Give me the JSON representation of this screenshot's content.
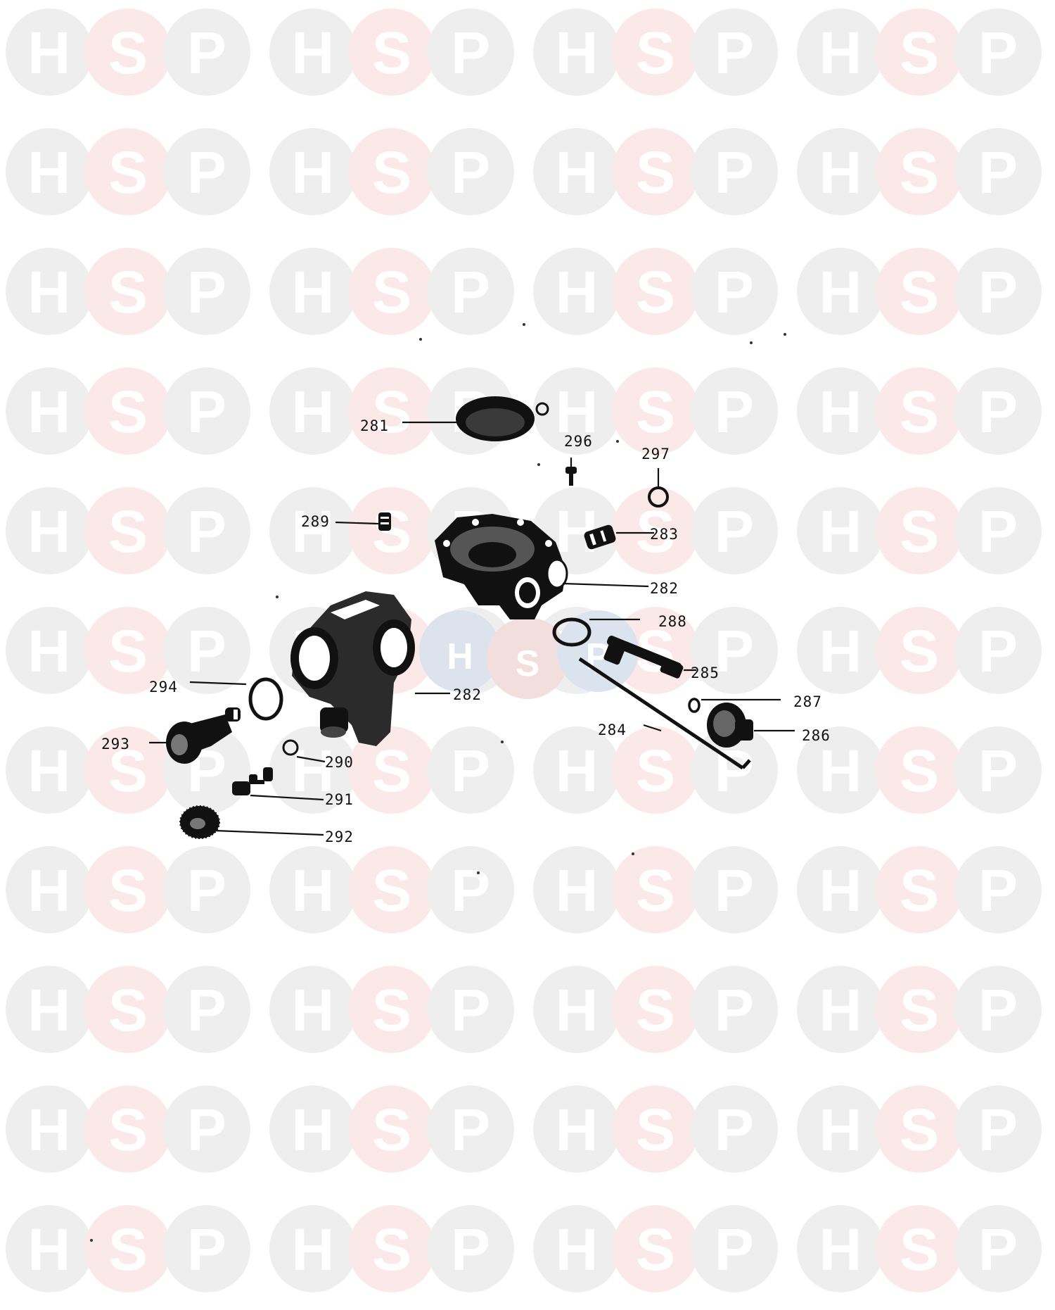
{
  "watermark": {
    "letters": [
      "H",
      "S",
      "P"
    ],
    "colors": {
      "h": "#eeeeee",
      "s": "#fbe9e9",
      "p": "#eeeeee",
      "letter": "#ffffff"
    },
    "center_mark": {
      "letters": [
        "H",
        "S",
        "P"
      ],
      "colors": [
        "#dde3ec",
        "#f3dede",
        "#dbe4ee"
      ]
    }
  },
  "parts": [
    {
      "ref": "281",
      "name": "diaphragm-cover-icon"
    },
    {
      "ref": "282",
      "name": "valve-body-upper-icon"
    },
    {
      "ref": "282",
      "name": "valve-body-lower-icon"
    },
    {
      "ref": "283",
      "name": "nipple-connector-icon"
    },
    {
      "ref": "284",
      "name": "pushrod-icon"
    },
    {
      "ref": "285",
      "name": "spindle-icon"
    },
    {
      "ref": "286",
      "name": "gland-nut-icon"
    },
    {
      "ref": "287",
      "name": "small-o-ring-icon"
    },
    {
      "ref": "288",
      "name": "o-ring-icon"
    },
    {
      "ref": "289",
      "name": "plug-icon"
    },
    {
      "ref": "290",
      "name": "small-o-ring-icon"
    },
    {
      "ref": "291",
      "name": "valve-insert-icon"
    },
    {
      "ref": "292",
      "name": "knurled-cap-icon"
    },
    {
      "ref": "293",
      "name": "valve-head-icon"
    },
    {
      "ref": "294",
      "name": "o-ring-icon"
    },
    {
      "ref": "296",
      "name": "screw-icon"
    },
    {
      "ref": "297",
      "name": "o-ring-icon"
    }
  ]
}
